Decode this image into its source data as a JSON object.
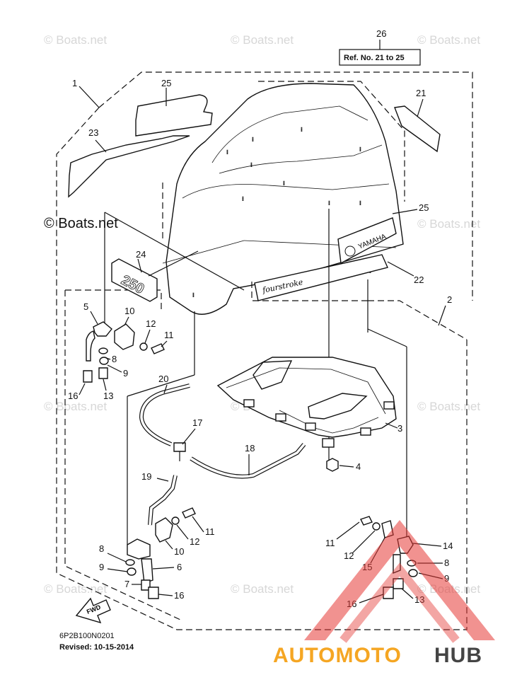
{
  "watermarks": {
    "text": "© Boats.net",
    "strong": "© Boats.net"
  },
  "reference_box": {
    "label": "Ref. No. 21 to 25",
    "number": "26"
  },
  "callouts": {
    "c1": "1",
    "c2": "2",
    "c3": "3",
    "c4": "4",
    "c5": "5",
    "c6": "6",
    "c7": "7",
    "c8a": "8",
    "c8b": "8",
    "c8c": "8",
    "c9a": "9",
    "c9b": "9",
    "c9c": "9",
    "c10a": "10",
    "c10b": "10",
    "c11a": "11",
    "c11b": "11",
    "c11c": "11",
    "c12a": "12",
    "c12b": "12",
    "c12c": "12",
    "c13a": "13",
    "c13b": "13",
    "c14": "14",
    "c15": "15",
    "c16a": "16",
    "c16b": "16",
    "c16c": "16",
    "c17": "17",
    "c18": "18",
    "c19": "19",
    "c20": "20",
    "c21": "21",
    "c22": "22",
    "c23": "23",
    "c24": "24",
    "c25a": "25",
    "c25b": "25"
  },
  "fwd_label": "FWD",
  "cowling_decals": {
    "yamaha": "YAMAHA",
    "fourstroke": "fourstroke",
    "model": "250"
  },
  "footer": {
    "part_code": "6P2B100N0201",
    "revised": "Revised: 10-15-2014"
  },
  "brand_overlay": {
    "part_a": "AUTOMOTO",
    "part_b": "HUB",
    "color_a": "#f5a623",
    "color_b": "#444444",
    "triangle_color": "#e53935"
  }
}
